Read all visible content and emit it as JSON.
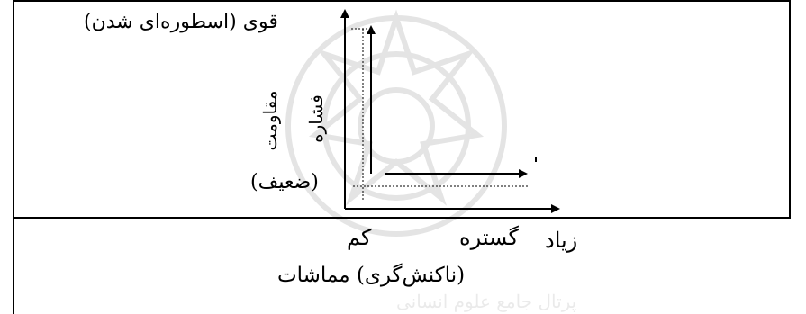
{
  "diagram": {
    "y_top_label": "قوی (اسطوره‌ای شدن)",
    "y_bottom_label": "(ضعیف)",
    "y_axis_label": "مقاومت",
    "y_arrow_label": "فشاره",
    "x_right_label": "زیاد",
    "x_middle_label": "گستره",
    "x_left_label": "کم",
    "x_axis_label": "(ناکنش‌گری) مماشات",
    "watermark_text": "پرتال جامع علوم انسانی"
  }
}
